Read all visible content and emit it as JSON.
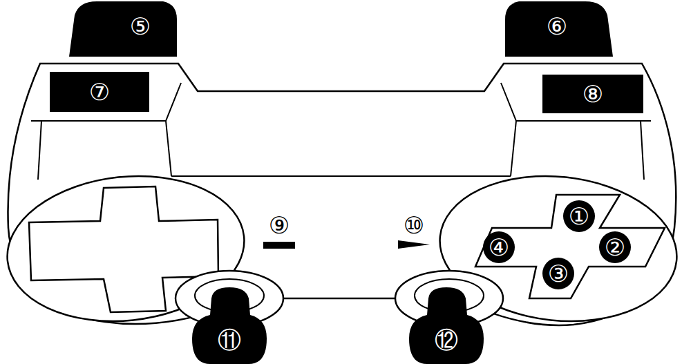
{
  "diagram": {
    "labels": [
      "⑤",
      "⑥",
      "⑦",
      "⑧",
      "⑨",
      "⑩",
      "①",
      "④",
      "②",
      "③",
      "⑪",
      "⑫"
    ]
  }
}
